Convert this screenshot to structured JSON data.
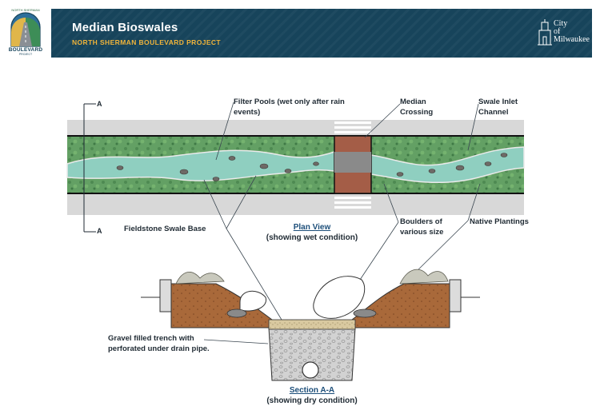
{
  "header": {
    "title": "Median Bioswales",
    "subtitle": "NORTH SHERMAN BOULEVARD PROJECT",
    "city_logo": {
      "line1": "City",
      "line2": "of",
      "line3": "Milwaukee"
    },
    "project_logo": {
      "top": "NORTH SHERMAN",
      "word": "BOULEVARD",
      "sub": "PROJECT"
    }
  },
  "labels": {
    "filter_pools": "Filter Pools (wet only after rain events)",
    "median_crossing": "Median Crossing",
    "swale_inlet": "Swale Inlet Channel",
    "fieldstone": "Fieldstone Swale Base",
    "boulders": "Boulders of various size",
    "native_plantings": "Native Plantings",
    "gravel_trench": "Gravel filled trench with perforated under drain pipe.",
    "section_a_top": "A",
    "section_a_bottom": "A"
  },
  "captions": {
    "plan_title": "Plan View",
    "plan_sub": "(showing wet condition)",
    "section_title": "Section A-A",
    "section_sub": "(showing dry condition)"
  },
  "colors": {
    "header_bg": "#17445b",
    "subtitle": "#f0b43a",
    "grass": "#5f9e63",
    "water": "#8fcfc0",
    "soil": "#a86a3a",
    "gravel": "#cfcfcf",
    "crossing": "#a45d47"
  }
}
